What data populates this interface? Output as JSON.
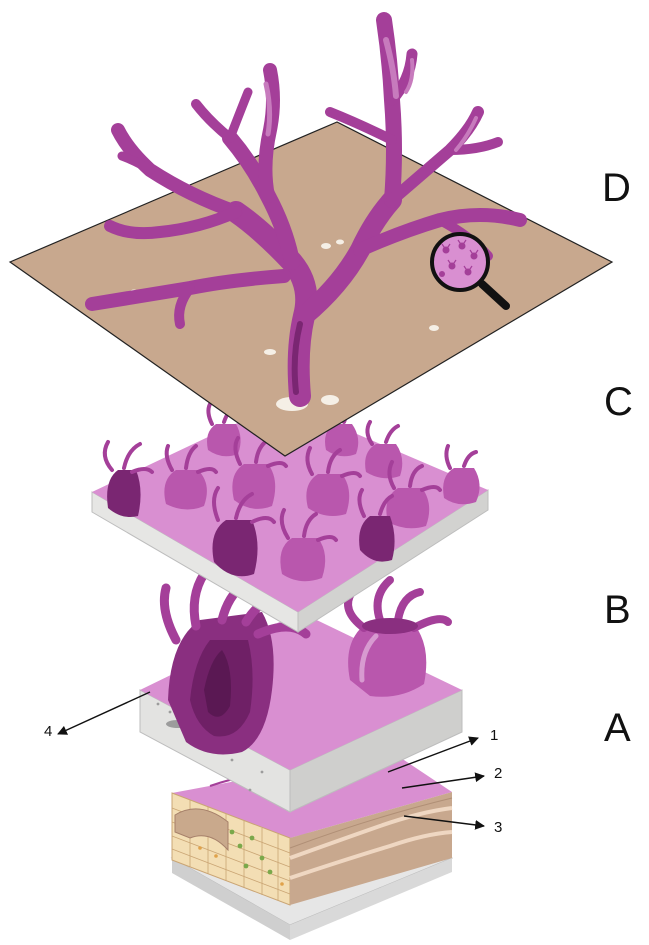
{
  "diagram": {
    "panel_labels": {
      "D": "D",
      "C": "C",
      "B": "B",
      "A": "A"
    },
    "callouts": {
      "c1": "1",
      "c2": "2",
      "c3": "3",
      "c4": "4"
    },
    "colors": {
      "coral": "#a43f99",
      "coral_dark": "#8a2f80",
      "coral_light": "#c77bbd",
      "tissue": "#d98fd1",
      "sand": "#c8a88e",
      "skeleton": "#e2e2e0",
      "cell_fill": "#f3deb4"
    }
  }
}
